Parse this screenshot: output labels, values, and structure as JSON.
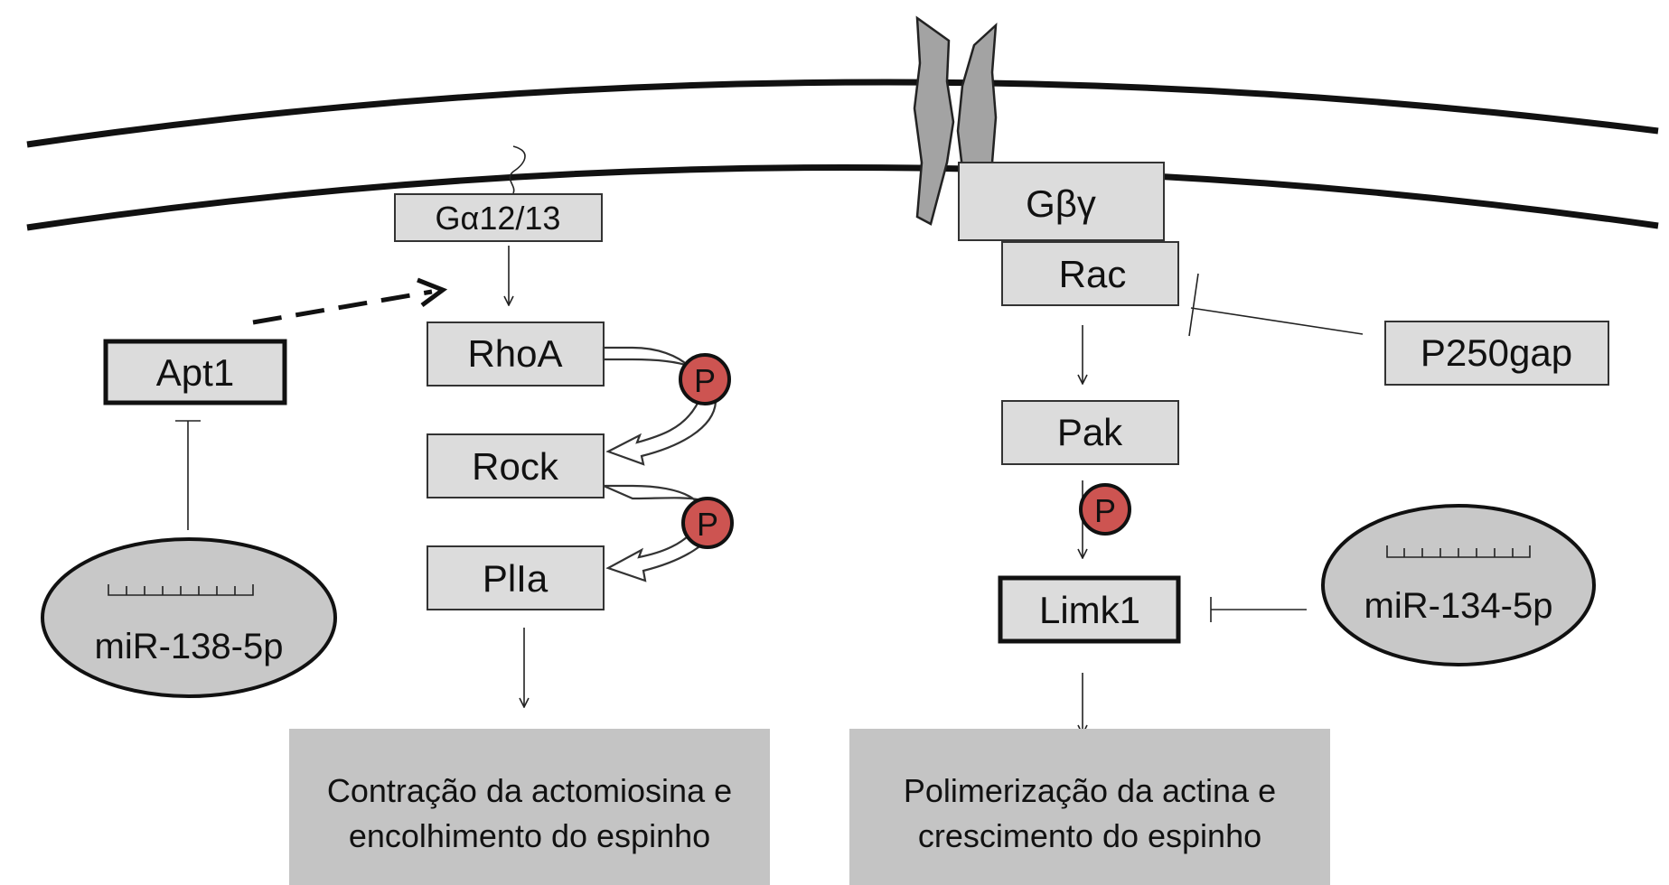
{
  "nodes": {
    "galpha": "Gα12/13",
    "rhoa": "RhoA",
    "rock": "Rock",
    "plla": "PlIa",
    "apt1": "Apt1",
    "mir138": "miR-138-5p",
    "gbg": "Gβγ",
    "rac": "Rac",
    "pak": "Pak",
    "limk1": "Limk1",
    "p250gap": "P250gap",
    "mir134": "miR-134-5p"
  },
  "phospho": {
    "p1": "P",
    "p2": "P",
    "p3": "P"
  },
  "outcomes": {
    "left_line1": "Contração da actomiosina e",
    "left_line2": "encolhimento do espinho",
    "right_line1": "Polimerização da actina e",
    "right_line2": "crescimento do espinho"
  },
  "colors": {
    "phosphate": "#cd5451",
    "box_fill": "#dcdcdc",
    "outcome_fill": "#c4c4c4",
    "mirna_fill": "#c8c8c8",
    "channel_fill": "#a3a3a3"
  }
}
